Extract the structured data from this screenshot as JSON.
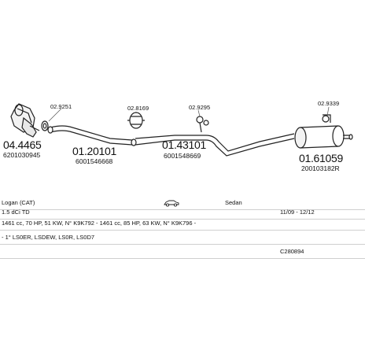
{
  "parts": [
    {
      "id": "p1",
      "number": "04.4465",
      "oe": "6201030945"
    },
    {
      "id": "p2",
      "number": "01.20101",
      "oe": "6001546668"
    },
    {
      "id": "p3",
      "number": "01.43101",
      "oe": "6001548669"
    },
    {
      "id": "p4",
      "number": "01.61059",
      "oe": "200103182R"
    }
  ],
  "accessories": [
    {
      "id": "a1",
      "number": "02.9251"
    },
    {
      "id": "a2",
      "number": "02.8169"
    },
    {
      "id": "a3",
      "number": "02.9295"
    },
    {
      "id": "a4",
      "number": "02.9339"
    }
  ],
  "vehicle": {
    "model": "Logan  (CAT)",
    "car_icon": "car-icon",
    "body": "Sedan",
    "engine": "1.5 dCi TD",
    "years": "11/09 - 12/12",
    "engine_detail": "1461 cc, 70 HP, 51 KW, N° K9K792 - 1461 cc, 85 HP, 63 KW, N° K9K796 -",
    "chassis": "- 1° LS0ER, LSDEW, LS0R, LS0D7",
    "code": "C280894"
  }
}
